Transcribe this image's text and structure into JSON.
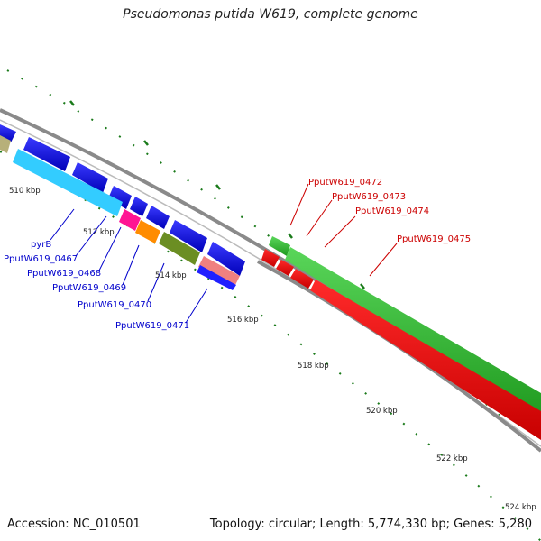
{
  "title": "Pseudomonas putida W619, complete genome",
  "footer": {
    "accession": "Accession: NC_010501",
    "summary": "Topology: circular; Length: 5,774,330 bp; Genes: 5,280"
  },
  "scale_labels": [
    "510 kbp",
    "512 kbp",
    "514 kbp",
    "516 kbp",
    "518 kbp",
    "520 kbp",
    "522 kbp",
    "524 kbp"
  ],
  "gene_labels_blue": [
    "pyrB",
    "PputW619_0467",
    "PputW619_0468",
    "PputW619_0469",
    "PputW619_0470",
    "PputW619_0471"
  ],
  "gene_labels_red": [
    "PputW619_0472",
    "PputW619_0473",
    "PputW619_0474",
    "PputW619_0475"
  ],
  "colors": {
    "blue_label": "#0000cc",
    "red_label": "#cc0000",
    "tick_green": "#1a7a1a",
    "backbone": "#808080"
  }
}
